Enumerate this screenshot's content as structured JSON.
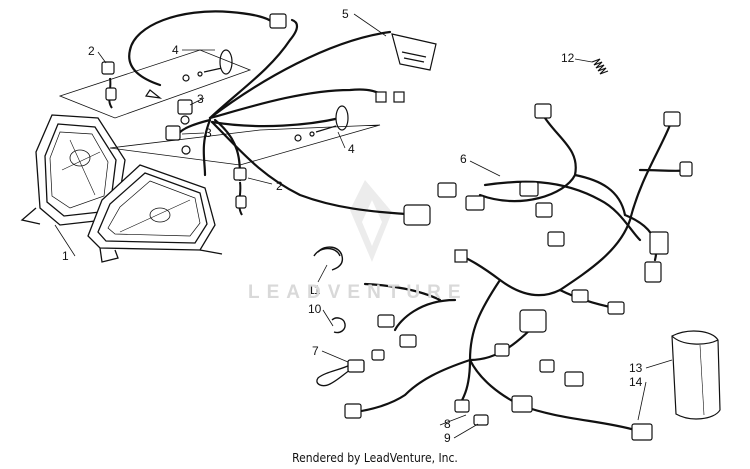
{
  "callouts": {
    "c1": "1",
    "c2a": "2",
    "c2b": "2",
    "c3a": "3",
    "c3b": "3",
    "c4a": "4",
    "c4b": "4",
    "c5": "5",
    "c6": "6",
    "c7": "7",
    "c8": "8",
    "c9": "9",
    "c10": "10",
    "c11": "11",
    "c12": "12",
    "c13": "13",
    "c14": "14"
  },
  "watermark": {
    "text": "LEADVENTURE",
    "logo": "leadventure-flame-logo"
  },
  "footer": {
    "credit": "Rendered by LeadVenture, Inc."
  }
}
